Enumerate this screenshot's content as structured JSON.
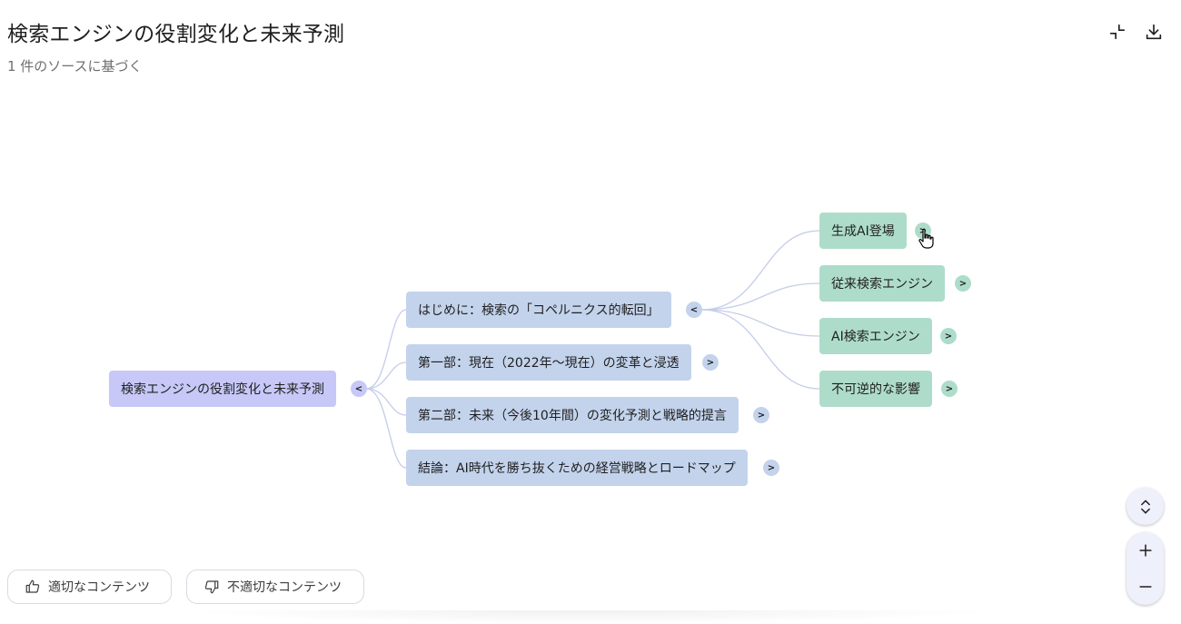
{
  "header": {
    "title": "検索エンジンの役割変化と未来予測",
    "subtitle": "1 件のソースに基づく",
    "collapse_icon": "collapse-arrows-icon",
    "download_icon": "download-icon"
  },
  "mindmap": {
    "root": {
      "label": "検索エンジンの役割変化と未来予測",
      "toggle": "<"
    },
    "level1": [
      {
        "label": "はじめに：検索の「コペルニクス的転回」",
        "toggle": "<"
      },
      {
        "label": "第一部：現在（2022年～現在）の変革と浸透",
        "toggle": ">"
      },
      {
        "label": "第二部：未来（今後10年間）の変化予測と戦略的提言",
        "toggle": ">"
      },
      {
        "label": "結論：AI時代を勝ち抜くための経営戦略とロードマップ",
        "toggle": ">"
      }
    ],
    "level2": [
      {
        "label": "生成AI登場",
        "toggle": ">"
      },
      {
        "label": "従来検索エンジン",
        "toggle": ">"
      },
      {
        "label": "AI検索エンジン",
        "toggle": ">"
      },
      {
        "label": "不可逆的な影響",
        "toggle": ">"
      }
    ]
  },
  "feedback": {
    "good_label": "適切なコンテンツ",
    "bad_label": "不適切なコンテンツ"
  },
  "controls": {
    "expand_icon": "expand-collapse-icon",
    "zoom_in_icon": "plus-icon",
    "zoom_out_icon": "minus-icon"
  },
  "colors": {
    "root": "#c7c8f7",
    "level1": "#c3d3ec",
    "level2": "#aedccb",
    "edge": "#c5cde8"
  }
}
